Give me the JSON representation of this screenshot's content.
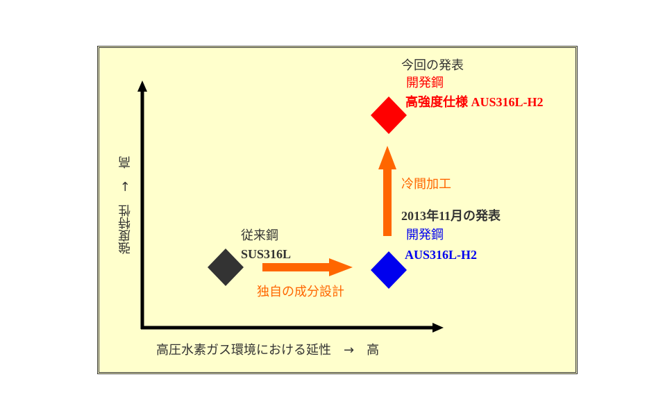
{
  "axes": {
    "y_label": "強度特性　→　高",
    "x_label": "高圧水素ガス環境における延性　→　高"
  },
  "points": {
    "conventional": {
      "title": "従来鋼",
      "name": "SUS316L",
      "color": "#333333"
    },
    "nov2013": {
      "caption": "2013年11月の発表",
      "title": "開発鋼",
      "name": "AUS316L-H2",
      "color": "#0000ee"
    },
    "current": {
      "caption": "今回の発表",
      "title": "開発鋼",
      "name": "高強度仕様 AUS316L-H2",
      "color": "#ff0000"
    }
  },
  "arrows": {
    "composition": "独自の成分設計",
    "cold_work": "冷間加工",
    "color": "#ff6600"
  },
  "colors": {
    "background": "#ffffcc",
    "text": "#333333"
  }
}
